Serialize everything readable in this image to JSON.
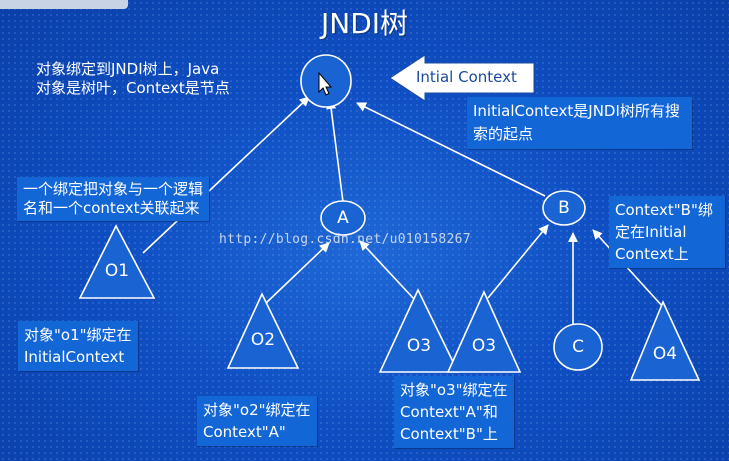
{
  "slide": {
    "title": "JNDI树",
    "watermark": "http://blog.csdn.net/u010158267"
  },
  "nodes": {
    "root": {
      "label": "",
      "icon": "mouse-pointer-icon"
    },
    "a": {
      "label": "A"
    },
    "b": {
      "label": "B"
    },
    "c": {
      "label": "C"
    },
    "o1": {
      "label": "O1"
    },
    "o2": {
      "label": "O2"
    },
    "o3a": {
      "label": "O3"
    },
    "o3b": {
      "label": "O3"
    },
    "o4": {
      "label": "O4"
    }
  },
  "callouts": {
    "initial_context_arrow": "Intial Context",
    "root_desc": "InitialContext是JNDI树所有搜索的起点",
    "java_object_line1": "对象绑定到JNDI树上，Java",
    "java_object_line2": "对象是树叶，Context是节点",
    "binding_desc_line1": "一个绑定把对象与一个逻辑",
    "binding_desc_line2": "名和一个context关联起来",
    "context_b_line1": "Context\"B\"绑",
    "context_b_line2": "定在Initial",
    "context_b_line3": "Context上",
    "o1_desc_line1": "对象\"o1\"绑定在",
    "o1_desc_line2": "InitialContext",
    "o2_desc_line1": "对象\"o2\"绑定在",
    "o2_desc_line2": "Context\"A\"",
    "o3_desc_line1": "对象\"o3\"绑定在",
    "o3_desc_line2": "Context\"A\"和",
    "o3_desc_line3": "Context\"B\"上"
  },
  "colors": {
    "background": "#0f4fc3",
    "callout_box": "#1366d6",
    "node_fill": "#1a63d2",
    "stroke": "#ffffff",
    "arrow_fill": "#ffffff",
    "arrow_text": "#1a4aa0"
  }
}
